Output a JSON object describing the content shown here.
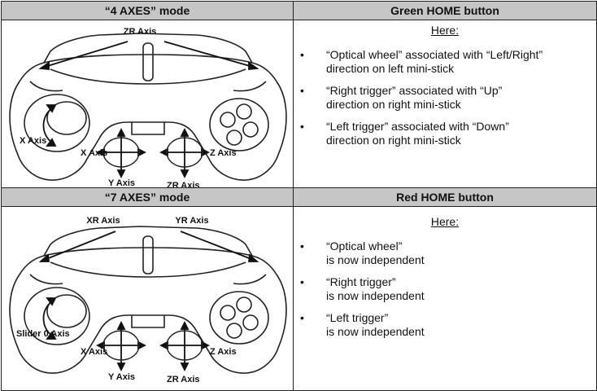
{
  "sections": [
    {
      "left_header": "“4 AXES” mode",
      "right_header": "Green HOME button",
      "here": "Here:",
      "axis_labels": {
        "top": "ZR Axis",
        "wheel": "X Axis",
        "left_stick_x": "X Axis",
        "left_stick_y": "Y Axis",
        "right_stick_y": "ZR Axis",
        "right_stick_x": "Z Axis"
      },
      "bullets": [
        {
          "line1": "“Optical wheel” associated with “Left/Right”",
          "line2": "direction on left mini-stick"
        },
        {
          "line1": "“Right trigger” associated with “Up”",
          "line2": "direction on right mini-stick"
        },
        {
          "line1": "“Left trigger” associated with “Down”",
          "line2": "direction on right mini-stick"
        }
      ]
    },
    {
      "left_header": "“7 AXES” mode",
      "right_header": "Red HOME button",
      "here": "Here:",
      "axis_labels": {
        "top_left": "XR Axis",
        "top_right": "YR Axis",
        "wheel": "Slider 0 Axis",
        "left_stick_x": "X Axis",
        "left_stick_y": "Y Axis",
        "right_stick_y": "ZR Axis",
        "right_stick_x": "Z Axis"
      },
      "bullets": [
        {
          "line1": "“Optical wheel”",
          "line2": "is now independent"
        },
        {
          "line1": "“Right trigger”",
          "line2": "is now independent"
        },
        {
          "line1": "“Left trigger”",
          "line2": "is now independent"
        }
      ]
    }
  ],
  "bullet_glyph": "•"
}
